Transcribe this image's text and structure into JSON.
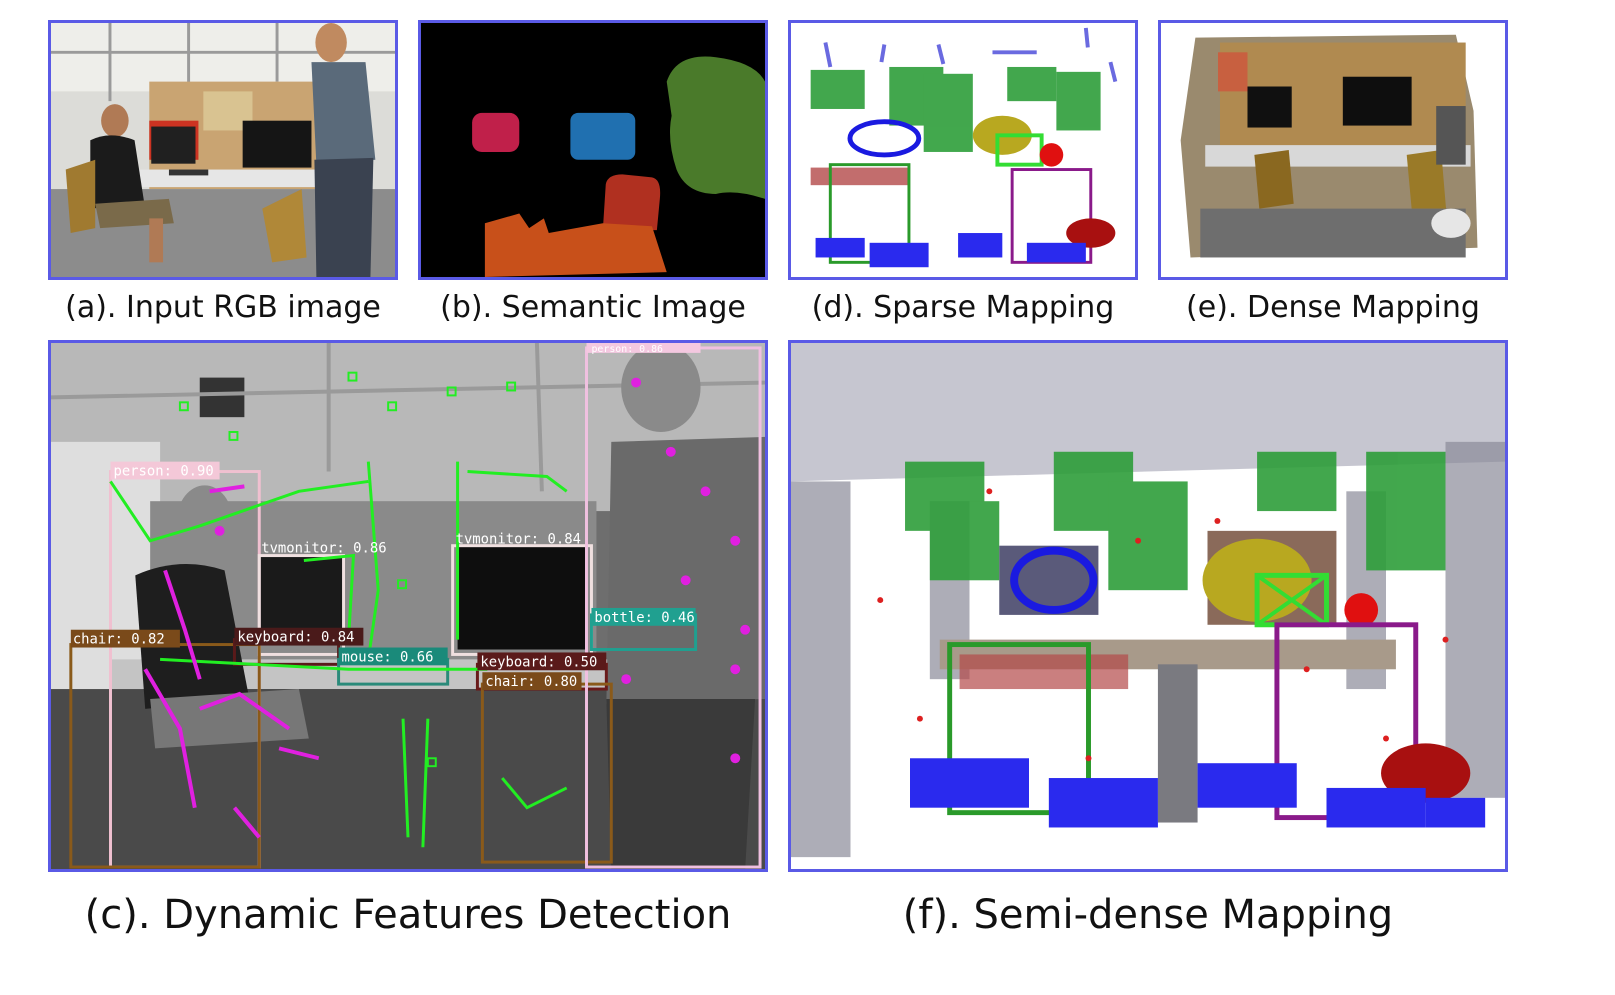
{
  "figure": {
    "panels": [
      {
        "id": "a",
        "caption": "(a). Input RGB image"
      },
      {
        "id": "b",
        "caption": "(b). Semantic Image"
      },
      {
        "id": "c",
        "caption": "(c). Dynamic Features Detection"
      },
      {
        "id": "d",
        "caption": "(d). Sparse Mapping"
      },
      {
        "id": "e",
        "caption": "(e). Dense Mapping"
      },
      {
        "id": "f",
        "caption": "(f). Semi-dense Mapping"
      }
    ],
    "detections": [
      {
        "label": "person: 0.90"
      },
      {
        "label": "tvmonitor: 0.86"
      },
      {
        "label": "tvmonitor: 0.84"
      },
      {
        "label": "chair: 0.82"
      },
      {
        "label": "keyboard: 0.84"
      },
      {
        "label": "mouse: 0.66"
      },
      {
        "label": "keyboard: 0.50"
      },
      {
        "label": "chair: 0.80"
      },
      {
        "label": "bottle: 0.46"
      },
      {
        "label": "person: 0.86"
      }
    ],
    "colors": {
      "frame": "#5a5ae6",
      "feature_static": "#22ee22",
      "feature_dynamic": "#e020e0",
      "semantic_person": "#4a7a2a",
      "semantic_monitor_1": "#c0204a",
      "semantic_monitor_2": "#2070b0",
      "semantic_chair": "#b03020",
      "semantic_desk": "#c8501a"
    }
  }
}
